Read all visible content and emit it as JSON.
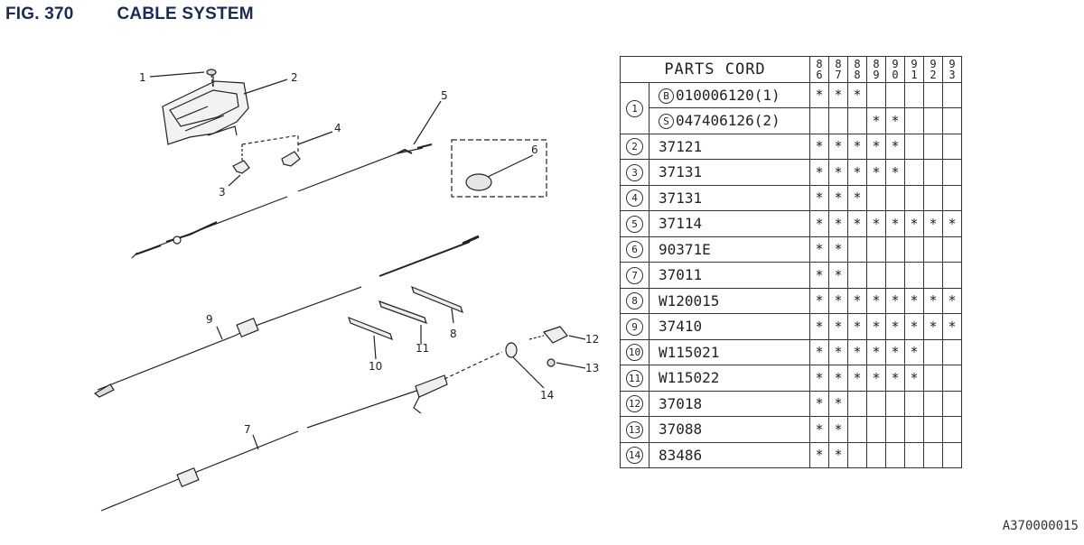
{
  "figure": {
    "number": "FIG. 370",
    "title": "CABLE SYSTEM"
  },
  "reference_code": "A370000015",
  "parts_table": {
    "header": "PARTS CORD",
    "years": [
      {
        "top": "8",
        "bottom": "6"
      },
      {
        "top": "8",
        "bottom": "7"
      },
      {
        "top": "8",
        "bottom": "8"
      },
      {
        "top": "8",
        "bottom": "9"
      },
      {
        "top": "9",
        "bottom": "0"
      },
      {
        "top": "9",
        "bottom": "1"
      },
      {
        "top": "9",
        "bottom": "2"
      },
      {
        "top": "9",
        "bottom": "3"
      }
    ],
    "rows": [
      {
        "ref": "1",
        "prefix": "B",
        "code": "010006120(1)",
        "marks": [
          "*",
          "*",
          "*",
          "",
          "",
          "",
          "",
          ""
        ]
      },
      {
        "ref": "",
        "prefix": "S",
        "code": "047406126(2)",
        "marks": [
          "",
          "",
          "",
          "*",
          "*",
          "",
          "",
          ""
        ]
      },
      {
        "ref": "2",
        "prefix": "",
        "code": "37121",
        "marks": [
          "*",
          "*",
          "*",
          "*",
          "*",
          "",
          "",
          ""
        ]
      },
      {
        "ref": "3",
        "prefix": "",
        "code": "37131",
        "marks": [
          "*",
          "*",
          "*",
          "*",
          "*",
          "",
          "",
          ""
        ]
      },
      {
        "ref": "4",
        "prefix": "",
        "code": "37131",
        "marks": [
          "*",
          "*",
          "*",
          "",
          "",
          "",
          "",
          ""
        ]
      },
      {
        "ref": "5",
        "prefix": "",
        "code": "37114",
        "marks": [
          "*",
          "*",
          "*",
          "*",
          "*",
          "*",
          "*",
          "*"
        ]
      },
      {
        "ref": "6",
        "prefix": "",
        "code": "90371E",
        "marks": [
          "*",
          "*",
          "",
          "",
          "",
          "",
          "",
          ""
        ]
      },
      {
        "ref": "7",
        "prefix": "",
        "code": "37011",
        "marks": [
          "*",
          "*",
          "",
          "",
          "",
          "",
          "",
          ""
        ]
      },
      {
        "ref": "8",
        "prefix": "",
        "code": "W120015",
        "marks": [
          "*",
          "*",
          "*",
          "*",
          "*",
          "*",
          "*",
          "*"
        ]
      },
      {
        "ref": "9",
        "prefix": "",
        "code": "37410",
        "marks": [
          "*",
          "*",
          "*",
          "*",
          "*",
          "*",
          "*",
          "*"
        ]
      },
      {
        "ref": "10",
        "prefix": "",
        "code": "W115021",
        "marks": [
          "*",
          "*",
          "*",
          "*",
          "*",
          "*",
          "",
          ""
        ]
      },
      {
        "ref": "11",
        "prefix": "",
        "code": "W115022",
        "marks": [
          "*",
          "*",
          "*",
          "*",
          "*",
          "*",
          "",
          ""
        ]
      },
      {
        "ref": "12",
        "prefix": "",
        "code": "37018",
        "marks": [
          "*",
          "*",
          "",
          "",
          "",
          "",
          "",
          ""
        ]
      },
      {
        "ref": "13",
        "prefix": "",
        "code": "37088",
        "marks": [
          "*",
          "*",
          "",
          "",
          "",
          "",
          "",
          ""
        ]
      },
      {
        "ref": "14",
        "prefix": "",
        "code": "83486",
        "marks": [
          "*",
          "*",
          "",
          "",
          "",
          "",
          "",
          ""
        ]
      }
    ]
  },
  "callouts": {
    "c1": "1",
    "c2": "2",
    "c3": "3",
    "c4": "4",
    "c5": "5",
    "c6": "6",
    "c7": "7",
    "c8": "8",
    "c9": "9",
    "c10": "10",
    "c11": "11",
    "c12": "12",
    "c13": "13",
    "c14": "14"
  }
}
